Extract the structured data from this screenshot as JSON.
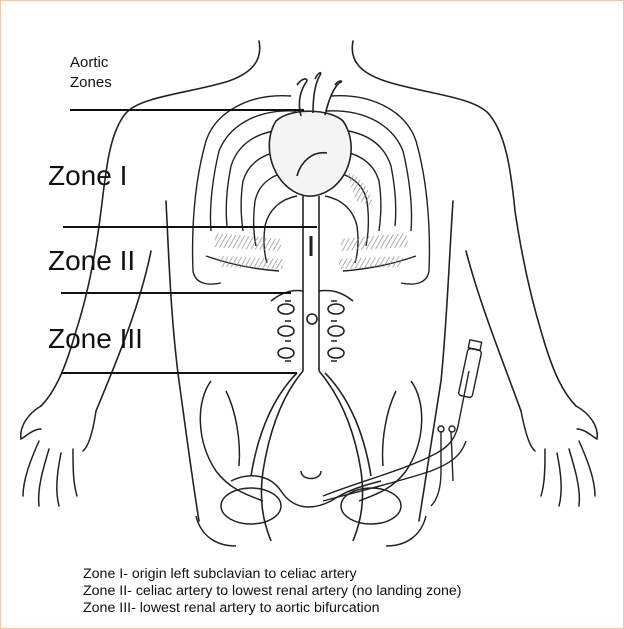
{
  "labels": {
    "aortic_line1": "Aortic",
    "aortic_line2": "Zones",
    "zone1": "Zone I",
    "zone2": "Zone II",
    "zone3": "Zone III"
  },
  "legend": [
    "Zone I- origin left subclavian to celiac artery",
    "Zone II- celiac artery to lowest renal artery (no landing zone)",
    "Zone III- lowest renal artery to aortic bifurcation"
  ],
  "colors": {
    "frame_border": "#f2c9a8",
    "ink": "#111111",
    "shading": "#9a9a9a"
  }
}
